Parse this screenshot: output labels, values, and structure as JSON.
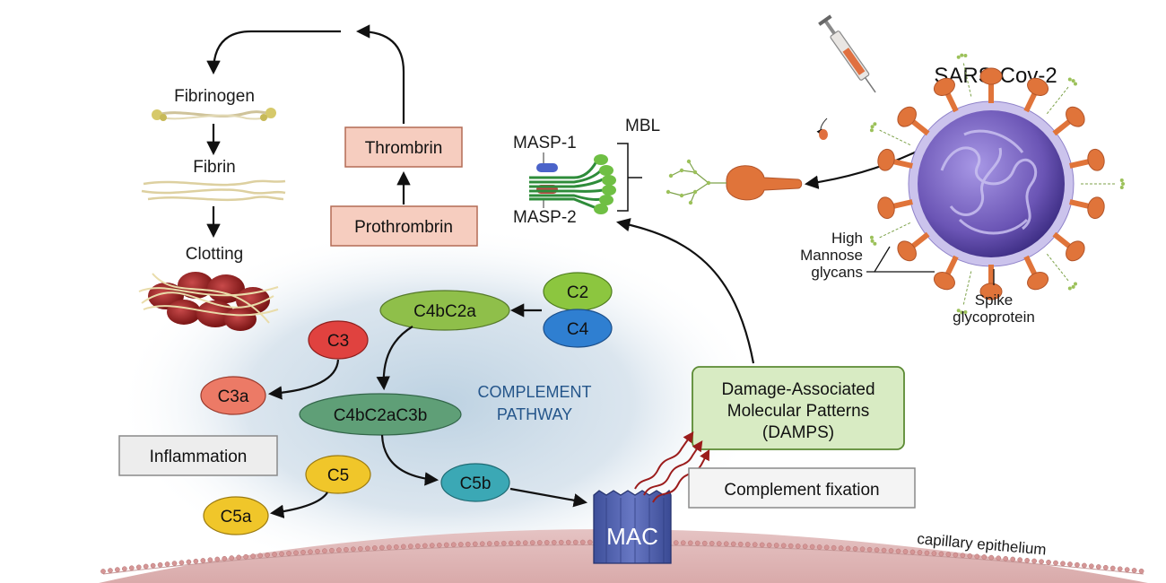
{
  "clotting": {
    "fibrinogen": "Fibrinogen",
    "fibrin": "Fibrin",
    "clotting": "Clotting",
    "thrombrin": "Thrombrin",
    "prothrombrin": "Prothrombrin"
  },
  "lectin": {
    "masp1": "MASP-1",
    "masp2": "MASP-2",
    "mbl": "MBL"
  },
  "virus": {
    "title": "SARS-Cov-2",
    "high": "High",
    "mannose": "Mannose",
    "glycans": "glycans",
    "spike": "Spike",
    "glycoprotein": "glycoprotein"
  },
  "complement": {
    "c2": "C2",
    "c4": "C4",
    "c4bc2a": "C4bC2a",
    "c3": "C3",
    "c3a": "C3a",
    "c4bc2ac3b": "C4bC2aC3b",
    "c5": "C5",
    "c5a": "C5a",
    "c5b": "C5b",
    "pathway_line1": "COMPLEMENT",
    "pathway_line2": "PATHWAY",
    "inflammation": "Inflammation",
    "mac": "MAC",
    "fixation": "Complement fixation"
  },
  "damps": {
    "line1": "Damage-Associated",
    "line2": "Molecular Patterns",
    "line3": "(DAMPS)"
  },
  "membrane": {
    "label": "capillary epithelium"
  },
  "colors": {
    "c2": "#8cc63f",
    "c4": "#2f7fd1",
    "c4bc2a": "#8fbf4a",
    "c3": "#e0423f",
    "c3a": "#ec7a66",
    "c4bc2ac3b": "#5f9f77",
    "c5": "#f0c62a",
    "c5a": "#f0c62a",
    "c5b": "#3ba8b5",
    "box_pink": "#f6cdbf",
    "box_green": "#d8ebc3",
    "virus_body": "#6b55b5",
    "spike": "#e0743a"
  }
}
